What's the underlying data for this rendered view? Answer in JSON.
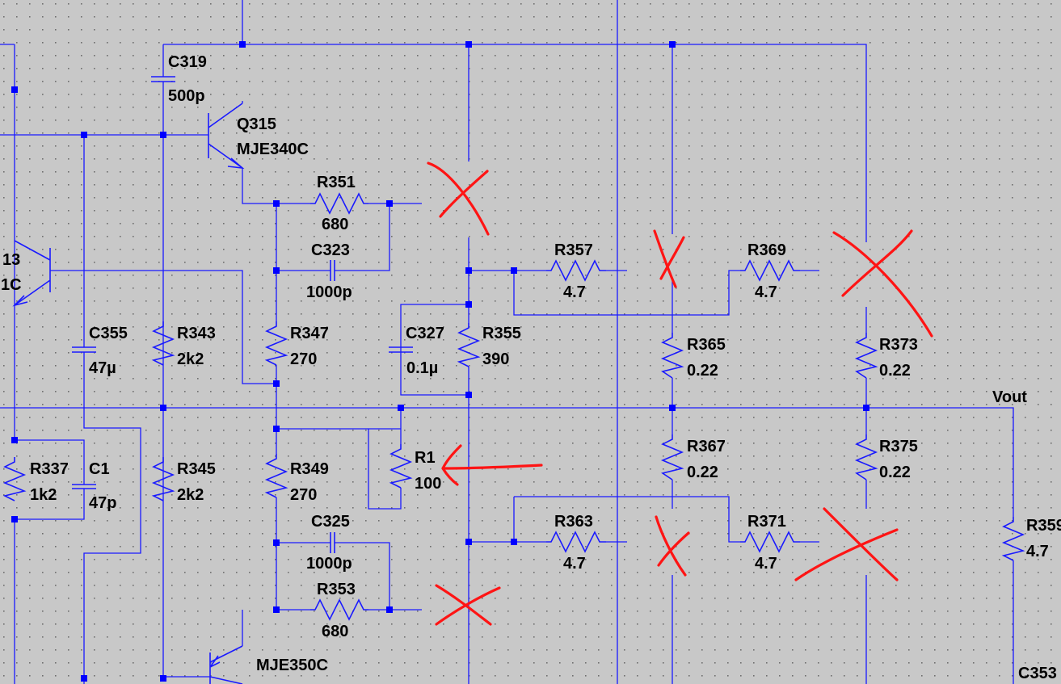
{
  "background_color": "#c8c8c8",
  "wire_color": "#1a1aff",
  "node_color": "#0000ff",
  "annotation_color": "#ff1414",
  "labels": {
    "c319_name": "C319",
    "c319_value": "500p",
    "q315_name": "Q315",
    "q315_model": "MJE340C",
    "r351_name": "R351",
    "r351_value": "680",
    "c323_name": "C323",
    "c323_value": "1000p",
    "q_left_name": "13",
    "q_left_model": "1C",
    "r357_name": "R357",
    "r357_value": "4.7",
    "r369_name": "R369",
    "r369_value": "4.7",
    "c355_name": "C355",
    "c355_value": "47µ",
    "r343_name": "R343",
    "r343_value": "2k2",
    "r347_name": "R347",
    "r347_value": "270",
    "c327_name": "C327",
    "c327_value": "0.1µ",
    "r355_name": "R355",
    "r355_value": "390",
    "r365_name": "R365",
    "r365_value": "0.22",
    "r373_name": "R373",
    "r373_value": "0.22",
    "vout_label": "Vout",
    "r337_name": "R337",
    "r337_value": "1k2",
    "c1_name": "C1",
    "c1_value": "47p",
    "r345_name": "R345",
    "r345_value": "2k2",
    "r349_name": "R349",
    "r349_value": "270",
    "r1_name": "R1",
    "r1_value": "100",
    "r367_name": "R367",
    "r367_value": "0.22",
    "r375_name": "R375",
    "r375_value": "0.22",
    "r359_name": "R359",
    "r359_value": "4.7",
    "c325_name": "C325",
    "c325_value": "1000p",
    "r363_name": "R363",
    "r363_value": "4.7",
    "r371_name": "R371",
    "r371_value": "4.7",
    "r353_name": "R353",
    "r353_value": "680",
    "q_bottom_model": "MJE350C",
    "c353_name": "C353"
  }
}
